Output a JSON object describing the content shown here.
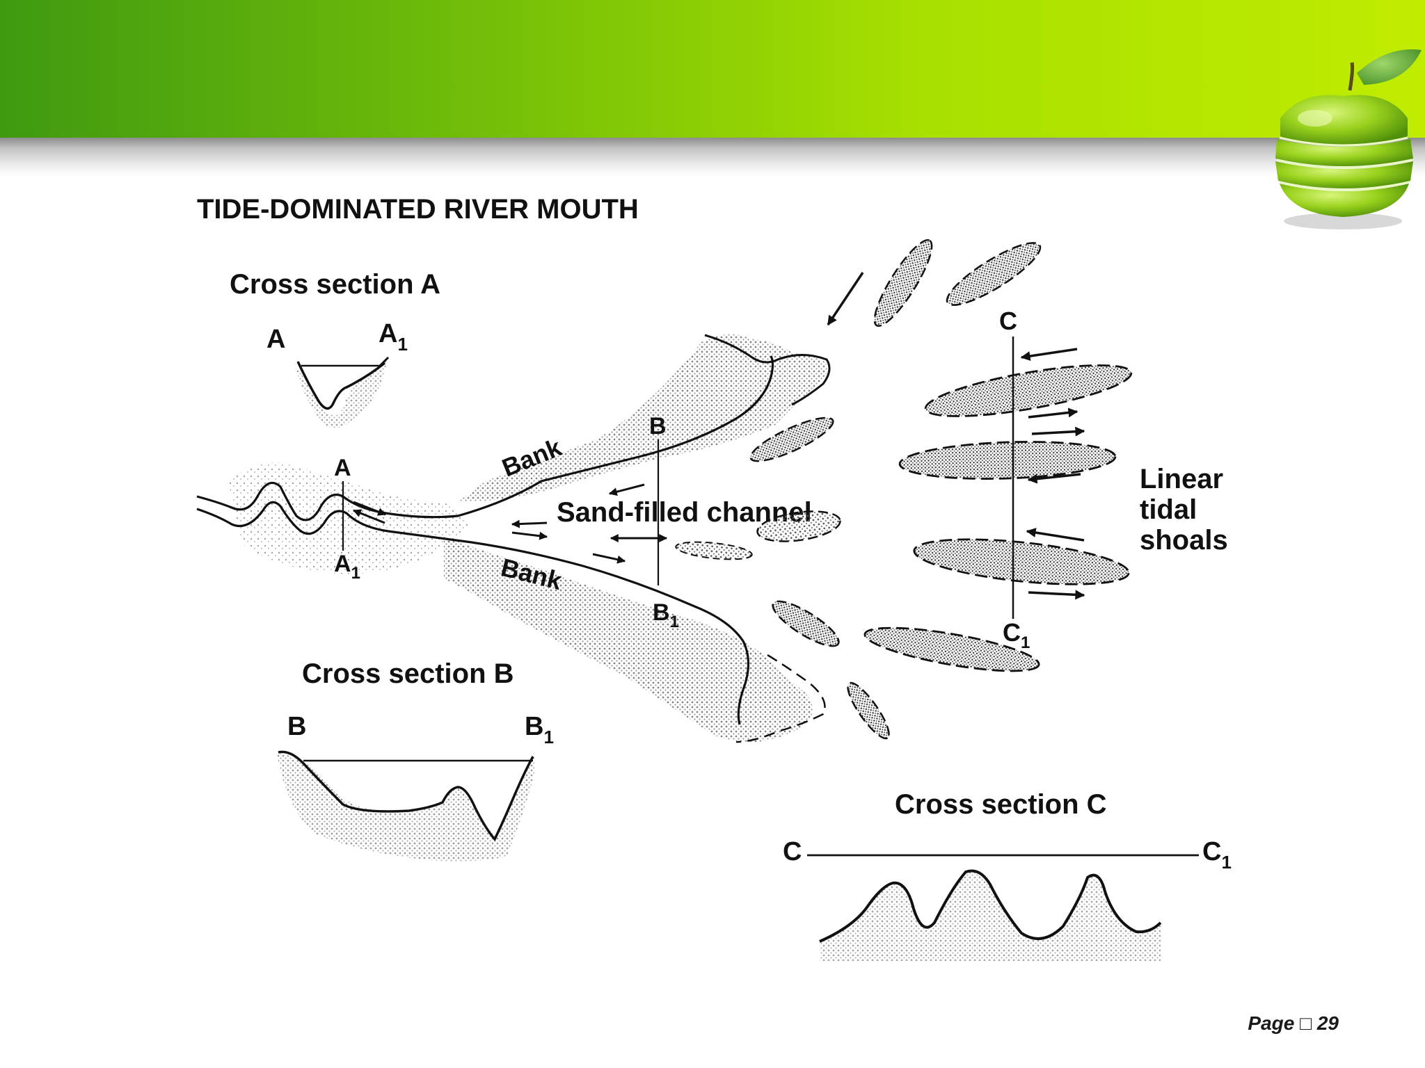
{
  "diagram": {
    "title": "TIDE-DOMINATED RIVER MOUTH",
    "labels": {
      "cross_section_a": "Cross section A",
      "cross_section_b": "Cross section B",
      "cross_section_c": "Cross section C",
      "bank": "Bank",
      "sand_filled_channel": "Sand-filled channel",
      "linear": "Linear",
      "tidal": "tidal",
      "shoals": "shoals"
    },
    "points": {
      "a": "A",
      "a1_base": "A",
      "b": "B",
      "b1_base": "B",
      "c": "C",
      "c1_base": "C",
      "subscript": "1"
    }
  },
  "footer": {
    "page_label": "Page",
    "page_number": "29"
  },
  "colors": {
    "banner_left": "#3f9a10",
    "banner_right": "#c0ec00",
    "ink": "#111111"
  },
  "icons": {
    "logo": "green-apple-logo",
    "page_glyph": "box-glyph"
  }
}
